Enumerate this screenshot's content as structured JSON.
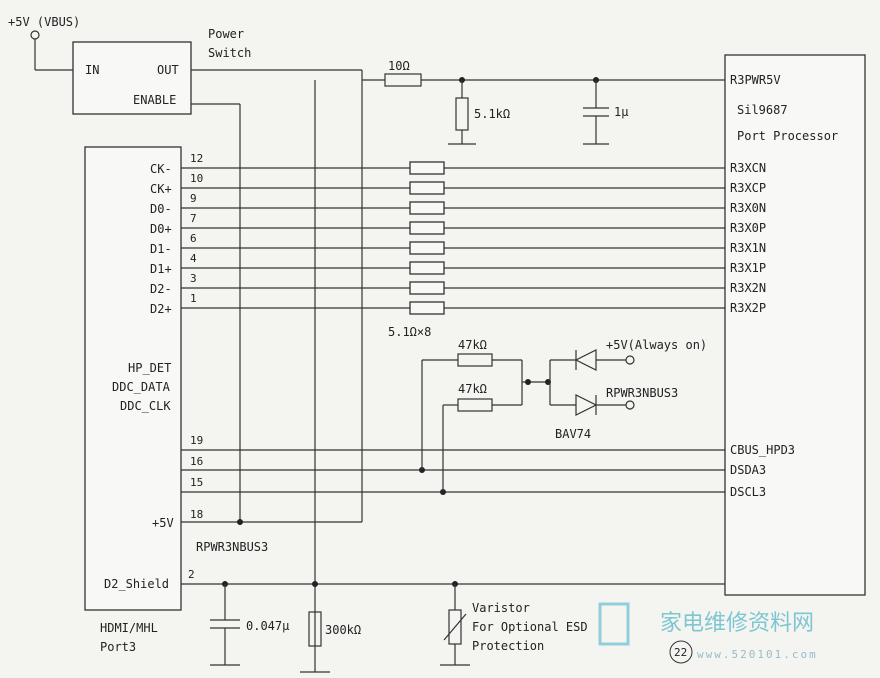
{
  "vbus": {
    "label": "+5V (VBUS)"
  },
  "power_switch": {
    "title_1": "Power",
    "title_2": "Switch",
    "pin_in": "IN",
    "pin_out": "OUT",
    "pin_enable": "ENABLE"
  },
  "connector": {
    "left_pins": [
      "CK-",
      "CK+",
      "D0-",
      "D0+",
      "D1-",
      "D1+",
      "D2-",
      "D2+"
    ],
    "pin_numbers": [
      "12",
      "10",
      "9",
      "7",
      "6",
      "4",
      "3",
      "1"
    ],
    "aux_labels": [
      "HP_DET",
      "DDC_DATA",
      "DDC_CLK"
    ],
    "aux_pin_numbers": [
      "19",
      "16",
      "15"
    ],
    "vcc_label": "+5V",
    "vcc_pin": "18",
    "shield_label": "D2_Shield",
    "shield_pin": "2",
    "name_1": "HDMI/MHL",
    "name_2": "Port3"
  },
  "processor": {
    "name_1": "Sil9687",
    "name_2": "Port Processor",
    "pins": [
      "R3PWR5V",
      "R3XCN",
      "R3XCP",
      "R3X0N",
      "R3X0P",
      "R3X1N",
      "R3X1P",
      "R3X2N",
      "R3X2P",
      "CBUS_HPD3",
      "DSDA3",
      "DSCL3"
    ]
  },
  "components": {
    "r_top": "10Ω",
    "r_pullup": "5.1kΩ",
    "cap_top": "1μ",
    "r_series": "5.1Ω×8",
    "r_47a": "47kΩ",
    "r_47b": "47kΩ",
    "diode_top_net": "+5V(Always on)",
    "diode_bot_net": "RPWR3NBUS3",
    "diode_part": "BAV74",
    "net_vbus": "RPWR3NBUS3",
    "cap_shield": "0.047μ",
    "r_shield": "300kΩ",
    "varistor_1": "Varistor",
    "varistor_2": "For Optional ESD",
    "varistor_3": "Protection"
  },
  "watermark": {
    "text": "家电维修资料网",
    "url": "www.520101.com",
    "badge": "22"
  }
}
